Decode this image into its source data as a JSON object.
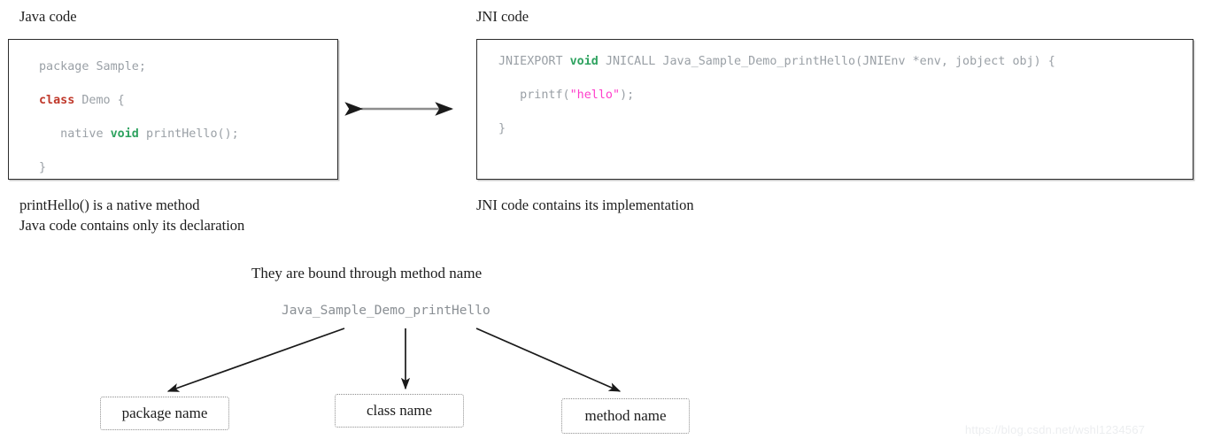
{
  "diagram": {
    "title_java": "Java code",
    "title_jni": "JNI code",
    "java_code": {
      "lines": [
        [
          {
            "t": "package Sample;",
            "c": "plain"
          }
        ],
        [
          {
            "t": "class ",
            "c": "kw-red"
          },
          {
            "t": "Demo {",
            "c": "plain"
          }
        ],
        [
          {
            "t": "   native ",
            "c": "plain"
          },
          {
            "t": "void ",
            "c": "kw-green"
          },
          {
            "t": "printHello();",
            "c": "plain"
          }
        ],
        [
          {
            "t": "}",
            "c": "plain"
          }
        ]
      ]
    },
    "jni_code": {
      "lines": [
        [
          {
            "t": "JNIEXPORT ",
            "c": "plain"
          },
          {
            "t": "void ",
            "c": "kw-green"
          },
          {
            "t": "JNICALL Java_Sample_Demo_printHello(JNIEnv *env, jobject obj) {",
            "c": "plain"
          }
        ],
        [
          {
            "t": "   printf(",
            "c": "plain"
          },
          {
            "t": "\"hello\"",
            "c": "str-pink"
          },
          {
            "t": ");",
            "c": "plain"
          }
        ],
        [
          {
            "t": "}",
            "c": "plain"
          }
        ]
      ]
    },
    "caption_java_line1": "printHello() is a native method",
    "caption_java_line2": "Java code contains only its declaration",
    "caption_jni": "JNI code contains its implementation",
    "binding_heading": "They are bound through method name",
    "binding_symbol": "Java_Sample_Demo_printHello",
    "terms": [
      {
        "label": "package name"
      },
      {
        "label": "class name"
      },
      {
        "label": "method name"
      }
    ],
    "watermark": "https://blog.csdn.net/wshl1234567",
    "colors": {
      "keyword_red": "#c0392b",
      "keyword_green": "#2fa360",
      "string_pink": "#ff3ecb",
      "code_gray": "#8a8f94",
      "border": "#2c2c2c",
      "dashed_border": "#8d8d8d",
      "arrow": "#1a1a1a",
      "text": "#1d1d1d",
      "watermark": "#eceef0"
    }
  }
}
